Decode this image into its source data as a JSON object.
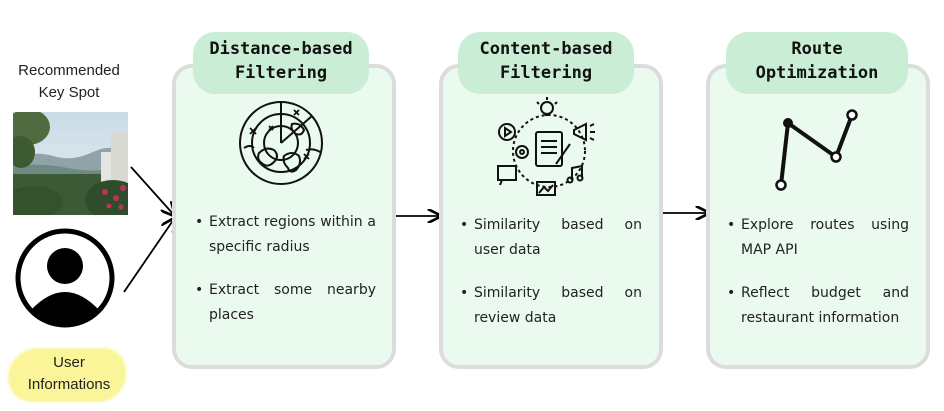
{
  "inputs": {
    "key_spot_label_line1": "Recommended",
    "key_spot_label_line2": "Key Spot",
    "user_label_line1": "User",
    "user_label_line2": "Informations"
  },
  "stages": [
    {
      "title_line1": "Distance-based",
      "title_line2": "Filtering",
      "icon": "radar-map-icon",
      "bullets": [
        "Extract regions within a specific radius",
        "Extract some nearby places"
      ]
    },
    {
      "title_line1": "Content-based",
      "title_line2": "Filtering",
      "icon": "content-cluster-icon",
      "bullets": [
        "Similarity based on user data",
        "Similarity based on review data"
      ]
    },
    {
      "title_line1": "Route",
      "title_line2": "Optimization",
      "icon": "route-path-icon",
      "bullets": [
        "Explore routes using MAP API",
        "Reflect budget and restaurant information"
      ]
    }
  ],
  "colors": {
    "card_fill": "#ebfaef",
    "card_border": "#dcdcdc",
    "tab_fill": "#c9eed5",
    "highlight": "#fbf59a"
  },
  "bullet_marker": "•"
}
